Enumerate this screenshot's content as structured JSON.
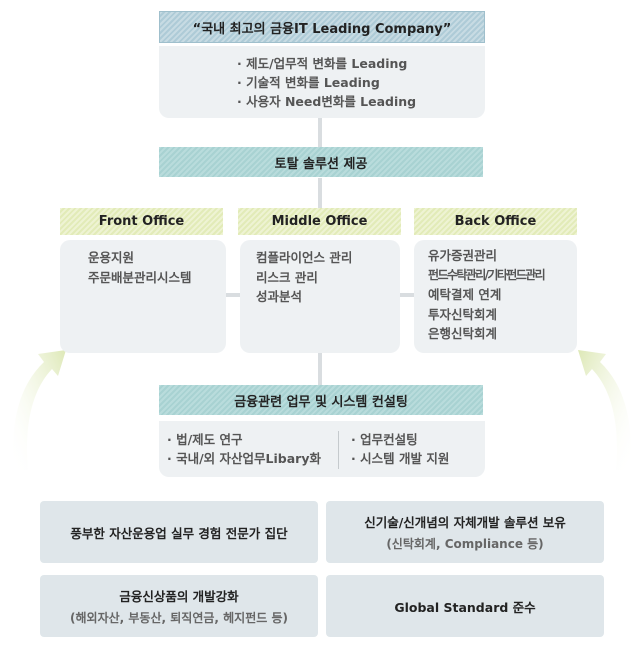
{
  "top": {
    "title": "“국내 최고의 금융IT Leading Company”",
    "items": [
      "제도/업무적 변화를 Leading",
      "기술적 변화를 Leading",
      "사용자 Need변화를 Leading"
    ]
  },
  "total": {
    "label": "토탈 솔루션 제공"
  },
  "columns": [
    {
      "header": "Front Office",
      "items": [
        "운용지원",
        "주문배분관리시스템"
      ]
    },
    {
      "header": "Middle Office",
      "items": [
        "컴플라이언스 관리",
        "리스크 관리",
        "성과분석"
      ]
    },
    {
      "header": "Back Office",
      "items": [
        "유가증권관리",
        "펀드수탁관리/기타펀드관리",
        "예탁결제 연계",
        "투자신탁회계",
        "은행신탁회계"
      ]
    }
  ],
  "consulting": {
    "label": "금융관련 업무 및 시스템 컨설팅",
    "left": [
      "법/제도 연구",
      "국내/외 자산업무Libary화"
    ],
    "right": [
      "업무컨설팅",
      "시스템 개발 지원"
    ]
  },
  "cards": [
    {
      "title": "풍부한 자산운용업 실무 경험 전문가 집단",
      "sub": ""
    },
    {
      "title": "신기술/신개념의 자체개발 솔루션 보유",
      "sub": "(신탁회계, Compliance 등)"
    },
    {
      "title": "금융신상품의 개발강화",
      "sub": "(해외자산, 부동산, 퇴직연금, 헤지펀드 등)"
    },
    {
      "title": "Global Standard 준수",
      "sub": ""
    }
  ],
  "colors": {
    "blue_header": "#aecbd7",
    "teal_bar": "#a8d2d2",
    "green_header": "#e2ebb8",
    "panel": "#eef1f3",
    "card": "#dfe6ea",
    "arrow": "#e6edc6"
  }
}
